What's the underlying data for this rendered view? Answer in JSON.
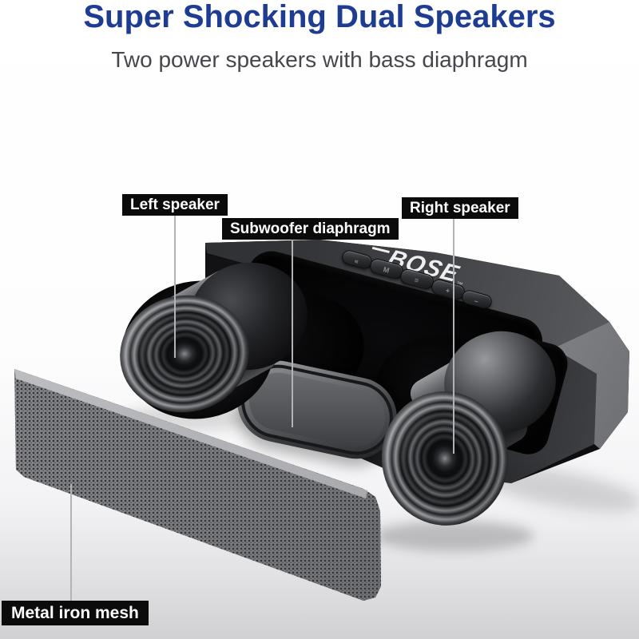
{
  "header": {
    "title": "Super Shocking Dual Speakers",
    "subtitle": "Two power speakers with bass diaphragm",
    "title_color": "#1e3c92",
    "subtitle_color": "#46474c"
  },
  "callouts": {
    "left_speaker": "Left speaker",
    "subwoofer": "Subwoofer diaphragm",
    "right_speaker": "Right speaker",
    "mesh": "Metal iron mesh",
    "label_bg": "#0b0b0b",
    "label_text": "#ffffff",
    "leader_line_color": "#b2b3b6"
  },
  "product": {
    "brand": "BOSE",
    "trademark": "™",
    "buttons": [
      {
        "icon": "prev-track-icon",
        "glyph": "«"
      },
      {
        "icon": "call-icon",
        "glyph": "M"
      },
      {
        "icon": "menu-icon",
        "glyph": "≡"
      },
      {
        "icon": "volume-up-icon",
        "glyph": "+"
      },
      {
        "icon": "volume-down-icon",
        "glyph": "–"
      }
    ],
    "body_color": "#141416",
    "side_color": "#939498",
    "mesh_color": "#7d7e82",
    "background_color": "#ffffff"
  }
}
